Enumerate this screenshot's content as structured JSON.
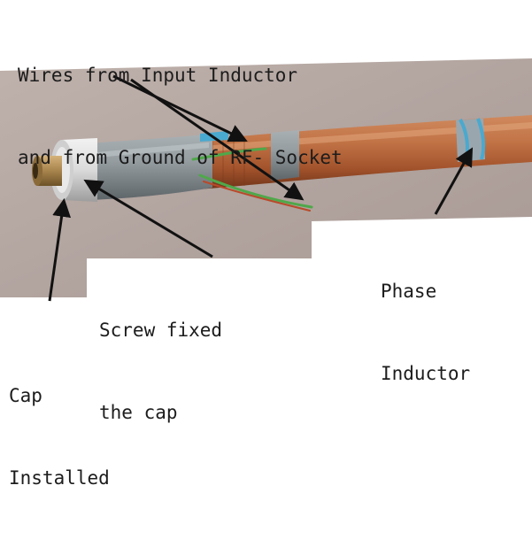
{
  "annotations": {
    "wires": {
      "line1": "Wires from Input Inductor",
      "line2": "and from Ground of RF- Socket"
    },
    "phase": {
      "line1": "Phase",
      "line2": "Inductor"
    },
    "screw": {
      "line1": "Screw fixed",
      "line2": "the cap"
    },
    "cap": {
      "line1": "Cap",
      "line2": "Installed"
    }
  },
  "colors": {
    "background": "#ffffff",
    "wall": "#b3a5a0",
    "copper_pipe": "#b5653a",
    "grey_sleeve": "#8d9599",
    "end_cap": "#e6e6e6",
    "brass_socket": "#b08d55",
    "green_wire": "#4fa84a",
    "blue_tape": "#4aa9cf",
    "text": "#1c1c1c",
    "arrow": "#111111"
  }
}
